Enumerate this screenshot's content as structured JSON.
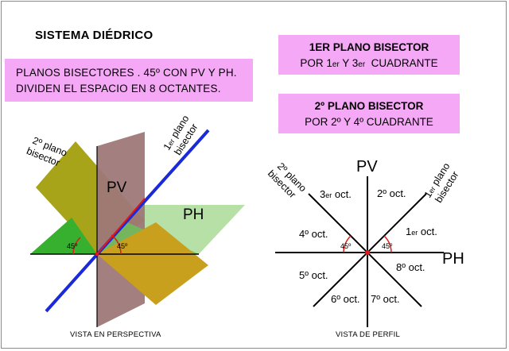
{
  "title": "SISTEMA DIÉDRICO",
  "box_left": {
    "line1": "PLANOS BISECTORES . 45º CON PV Y PH.",
    "line2": "DIVIDEN EL ESPACIO EN 8 OCTANTES."
  },
  "box_first": {
    "title": "1ER PLANO BISECTOR",
    "line_a": "POR 1",
    "line_a_sub": "er",
    "line_b": " Y 3",
    "line_b_sub": "er",
    "line_c": "  CUADRANTE"
  },
  "box_second": {
    "title": "2º PLANO BISECTOR",
    "line": "POR 2º Y 4º CUADRANTE"
  },
  "perspective": {
    "label_second_bisector_1": "2º plano",
    "label_second_bisector_2": "bisector",
    "label_first_bisector_1": "1",
    "label_first_bisector_1_sub": "er",
    "label_first_bisector_1_rest": " plano",
    "label_first_bisector_2": "bisector",
    "pv": "PV",
    "ph": "PH",
    "angle_left": "45º",
    "angle_right": "45º",
    "caption": "VISTA EN PERSPECTIVA",
    "colors": {
      "second_bisector": "#a8a41a",
      "second_bisector_lower": "#c8a01e",
      "pv_plane": "#9e7878",
      "ph_plane": "#b6e0a6",
      "ph_front": "#36b02e",
      "first_bisector": "#1a2ad8",
      "axis": "#e01818"
    }
  },
  "profile": {
    "pv": "PV",
    "ph": "PH",
    "label_second_1": "2º plano",
    "label_second_2": "bisector",
    "label_first_1": "1",
    "label_first_1_sub": "er",
    "label_first_1_rest": " plano",
    "label_first_2": "bisector",
    "octants": {
      "o1": "1",
      "o1_sub": "er",
      "o1_rest": " oct.",
      "o2": "2º oct.",
      "o3": "3",
      "o3_sub": "er",
      "o3_rest": " oct.",
      "o4": "4º oct.",
      "o5": "5º oct.",
      "o6": "6º oct.",
      "o7": "7º oct.",
      "o8": "8º oct."
    },
    "angle_left": "45º",
    "angle_right": "45º",
    "caption": "VISTA DE PERFIL"
  }
}
